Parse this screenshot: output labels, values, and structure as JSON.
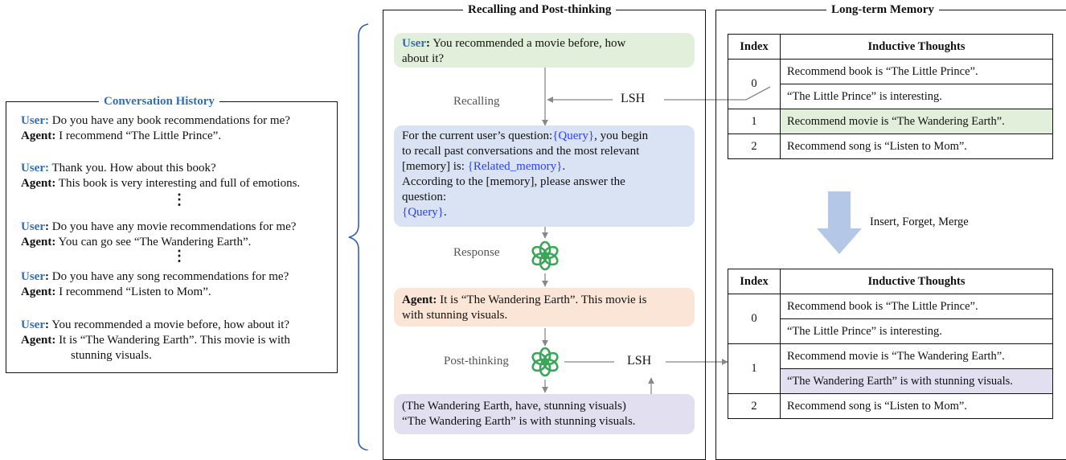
{
  "conversation_history": {
    "title": "Conversation History",
    "vdots": "⋮",
    "turns": [
      {
        "user_label": "User:",
        "user": " Do you have any book recommendations for me?",
        "agent_label": "Agent:",
        "agent": " I recommend “The Little Prince”."
      },
      {
        "user_label": "User:",
        "user": " Thank you. How about this book?",
        "agent_label": "Agent:",
        "agent": " This book is very interesting and full of emotions."
      },
      {
        "user_label": "User",
        "user_colon": ":",
        "user": " Do you have any movie recommendations for me?",
        "agent_label": "Agent:",
        "agent": " You can go see “The Wandering Earth”."
      },
      {
        "user_label": "User",
        "user_colon": ":",
        "user": " Do you have any song recommendations for me?",
        "agent_label": "Agent:",
        "agent": " I recommend “Listen to Mom”."
      },
      {
        "user_label": "User",
        "user_colon": ":",
        "user": " You recommended a movie before, how about it?",
        "agent_label": "Agent:",
        "agent": " It is “The Wandering Earth”. This movie is with",
        "agent_cont": "stunning visuals."
      }
    ]
  },
  "recalling": {
    "title": "Recalling and Post-thinking",
    "user_bubble": {
      "label": "User",
      "colon": ":",
      "text": " You recommended a movie before, how",
      "text2": "about it?"
    },
    "recalling_label": "Recalling",
    "lsh_label": "LSH",
    "prompt": {
      "line1": "For the current user’s question:",
      "query": "{Query}",
      "line1b": ", you begin",
      "line2": "to recall past conversations and the most relevant",
      "line3": "[memory] is: ",
      "related": "{Related_memory}",
      "line3b": ".",
      "line4": "According to the [memory], please answer the",
      "line5": "question:",
      "query2": "{Query}",
      "line6b": "."
    },
    "response_label": "Response",
    "agent_bubble": {
      "label": "Agent:",
      "text": " It is “The Wandering Earth”. This movie is",
      "text2": "with stunning visuals."
    },
    "post_label": "Post-thinking",
    "lsh2_label": "LSH",
    "triple": {
      "line1": "(The Wandering Earth, have, stunning visuals)",
      "line2": "“The Wandering Earth” is with stunning visuals."
    }
  },
  "memory": {
    "title": "Long-term Memory",
    "headers": [
      "Index",
      "Inductive Thoughts"
    ],
    "before": [
      {
        "index": "0",
        "thoughts": [
          "Recommend book is “The Little Prince”.",
          "“The Little Prince” is interesting."
        ]
      },
      {
        "index": "1",
        "thoughts": [
          "Recommend movie is “The Wandering Earth”."
        ]
      },
      {
        "index": "2",
        "thoughts": [
          "Recommend song is “Listen to Mom”."
        ]
      }
    ],
    "ops_label": "Insert, Forget, Merge",
    "after": [
      {
        "index": "0",
        "thoughts": [
          "Recommend book is “The Little Prince”.",
          "“The Little Prince” is interesting."
        ]
      },
      {
        "index": "1",
        "thoughts": [
          "Recommend movie is “The Wandering Earth”.",
          "“The Wandering Earth” is with stunning visuals."
        ]
      },
      {
        "index": "2",
        "thoughts": [
          "Recommend song is “Listen to Mom”."
        ]
      }
    ]
  },
  "colors": {
    "user_blue": "#2f6eb3",
    "query_blue": "#2b3ff5",
    "green": "#e2efda",
    "blue": "#dae3f3",
    "orange": "#fbe5d6",
    "purple": "#e2dff0"
  }
}
